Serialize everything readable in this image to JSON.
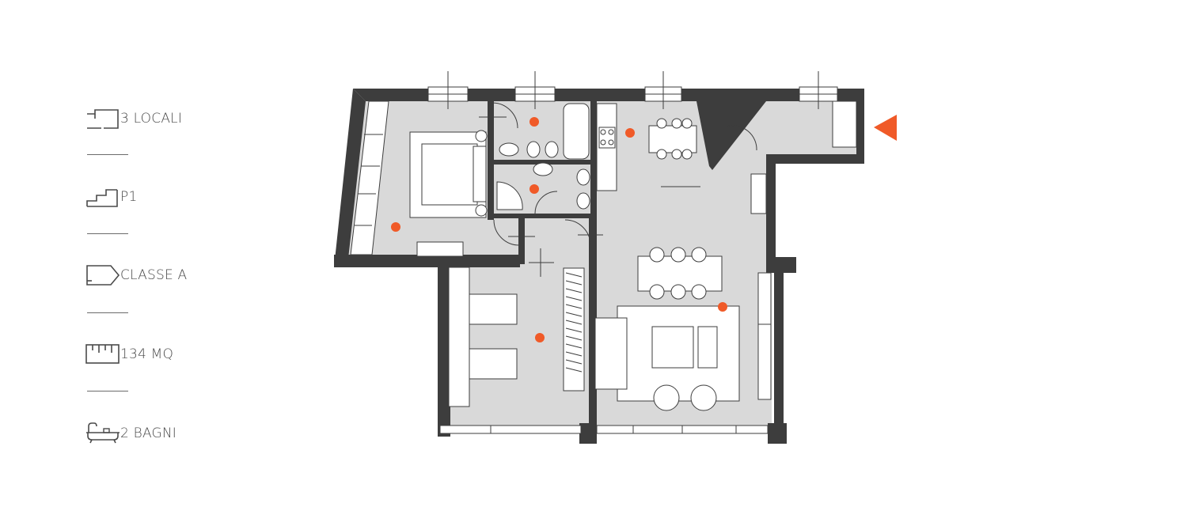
{
  "specs": [
    {
      "icon": "floorplan-icon",
      "label": "3 LOCALI"
    },
    {
      "icon": "stairs-icon",
      "label": "P1"
    },
    {
      "icon": "energy-tag-icon",
      "label": "CLASSE A"
    },
    {
      "icon": "ruler-icon",
      "label": "134 MQ"
    },
    {
      "icon": "bathtub-icon",
      "label": "2 BAGNI"
    }
  ],
  "colors": {
    "wall": "#3d3d3d",
    "floor": "#d9d9d9",
    "marker": "#f05a28",
    "text": "#4a4a4a"
  }
}
